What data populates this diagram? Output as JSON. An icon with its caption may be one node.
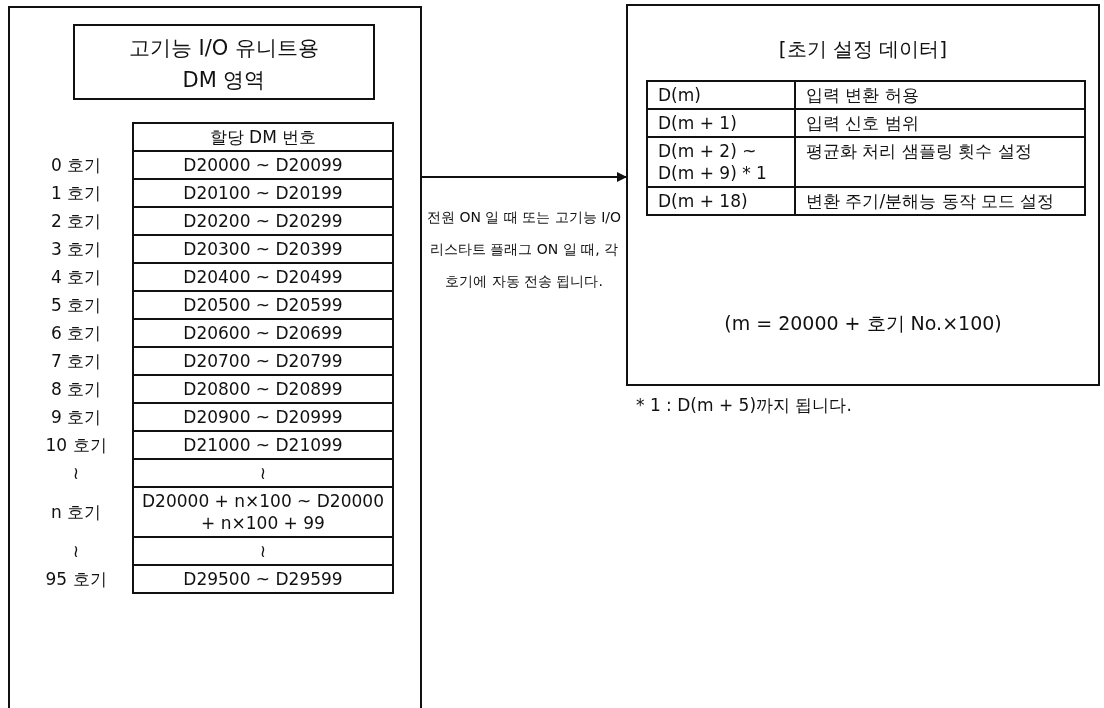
{
  "diagram": {
    "nodes": [
      {
        "text": [],
        "shape": "box"
      },
      {
        "text": [
          "고기능 I/O 유니트용 DM 영역"
        ],
        "in": 0
      },
      {
        "text": [
          "[초기 설정 데이터]",
          "(m = 20000 + 호기 No.×100)"
        ]
      }
    ],
    "edges": [
      {
        "from": 0,
        "to": 2,
        "arrow": "to",
        "label": "전원 ON 일 때 또는 고기능 I/O 리스타트 플래그 ON 일 때, 각 호기에 자동 전송 됩니다."
      }
    ],
    "labels": [
      "할당 DM 번호",
      "0 호기",
      "D20000 ~ D20099",
      "1 호기",
      "D20100 ~ D20199",
      "2 호기",
      "D20200 ~ D20299",
      "3 호기",
      "D20300 ~ D20399",
      "4 호기",
      "D20400 ~ D20499",
      "5 호기",
      "D20500 ~ D20599",
      "6 호기",
      "D20600 ~ D20699",
      "7 호기",
      "D20700 ~ D20799",
      "8 호기",
      "D20800 ~ D20899",
      "9 호기",
      "D20900 ~ D20999",
      "10 호기",
      "D21000 ~ D21099",
      "≀",
      "≀",
      "n 호기",
      "D20000 + n×100 ~ D20000 + n×100 + 99",
      "≀",
      "≀",
      "95 호기",
      "D29500 ~ D29599",
      "D(m)",
      "입력 변환 허용",
      "D(m + 1)",
      "입력 신호 범위",
      "D(m + 2) ~ D(m + 9) * 1",
      "평균화 처리 샘플링 횟수 설정",
      "D(m + 18)",
      "변환 주기/분해능 동작 모드 설정",
      "* 1 : D(m + 5)까지 됩니다."
    ]
  }
}
